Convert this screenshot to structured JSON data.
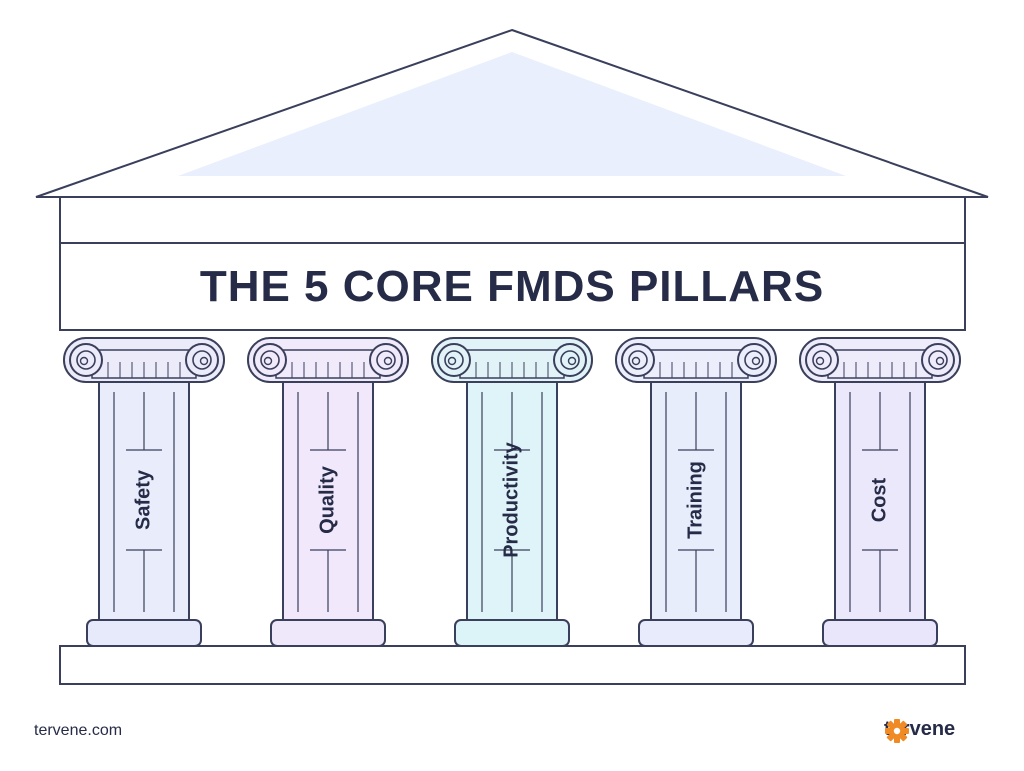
{
  "title": "THE 5 CORE FMDS PILLARS",
  "pillars": [
    {
      "label": "Safety",
      "shaft_color": "#e9ecfb",
      "capital_color": "#ecebf9",
      "base_color": "#e6eafb"
    },
    {
      "label": "Quality",
      "shaft_color": "#f1e9fb",
      "capital_color": "#f1eafb",
      "base_color": "#efe8fb"
    },
    {
      "label": "Productivity",
      "shaft_color": "#dff4f8",
      "capital_color": "#e2f3f8",
      "base_color": "#dcf3f8"
    },
    {
      "label": "Training",
      "shaft_color": "#e8edfb",
      "capital_color": "#eceefb",
      "base_color": "#e7ebfb"
    },
    {
      "label": "Cost",
      "shaft_color": "#ebe8fb",
      "capital_color": "#eeebfb",
      "base_color": "#e9e6fb"
    }
  ],
  "footer": {
    "site": "tervene.com",
    "brand": "tervene",
    "brand_color": "#f08a24"
  },
  "colors": {
    "outline": "#3a3f5c",
    "roof_fill": "#e9effd"
  }
}
